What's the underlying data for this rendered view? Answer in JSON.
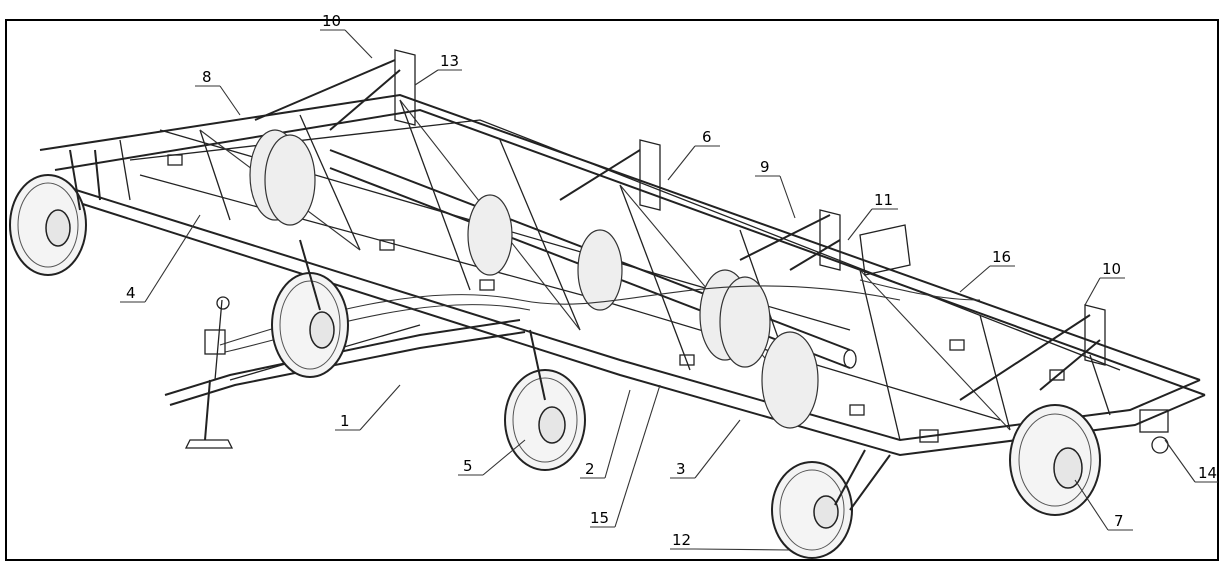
{
  "callouts": [
    {
      "id": "c1",
      "label": "1"
    },
    {
      "id": "c2",
      "label": "2"
    },
    {
      "id": "c3",
      "label": "3"
    },
    {
      "id": "c4",
      "label": "4"
    },
    {
      "id": "c5",
      "label": "5"
    },
    {
      "id": "c6",
      "label": "6"
    },
    {
      "id": "c7",
      "label": "7"
    },
    {
      "id": "c8",
      "label": "8"
    },
    {
      "id": "c9",
      "label": "9"
    },
    {
      "id": "c10a",
      "label": "10"
    },
    {
      "id": "c10b",
      "label": "10"
    },
    {
      "id": "c11",
      "label": "11"
    },
    {
      "id": "c12",
      "label": "12"
    },
    {
      "id": "c13",
      "label": "13"
    },
    {
      "id": "c14",
      "label": "14"
    },
    {
      "id": "c15",
      "label": "15"
    },
    {
      "id": "c16",
      "label": "16"
    }
  ]
}
